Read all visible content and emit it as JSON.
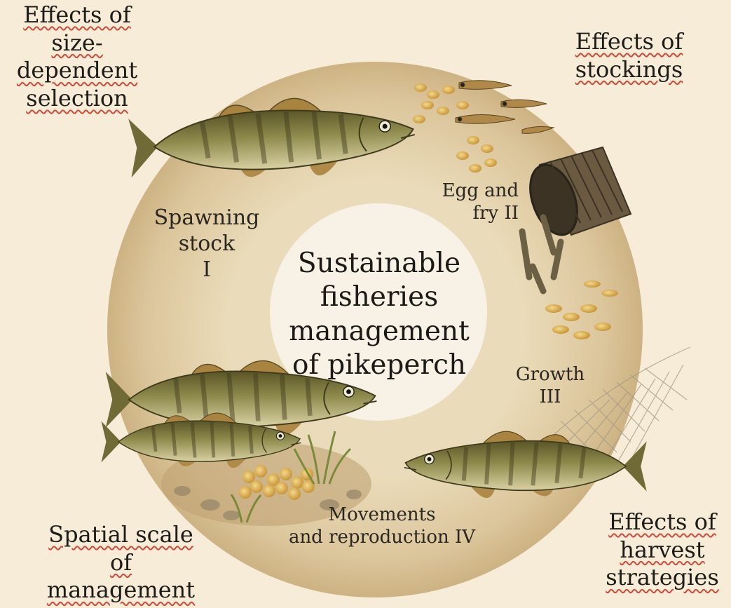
{
  "colors": {
    "background": "#f6ecd7",
    "ring_outer": "#d9c39b",
    "ring_inner": "#e8dbbd",
    "center_disc": "#f8f2e6",
    "fish_body": "#8a8448",
    "fish_dark": "#4e4a26",
    "fish_fin": "#b08a48",
    "eggs": "#e2b95a",
    "underline": "#d04a3a"
  },
  "icons": [
    "pikeperch-fish",
    "egg-cluster",
    "fry-larva",
    "stocking-pipe",
    "fishing-net",
    "spawning-gravel",
    "aquatic-grass"
  ],
  "center": {
    "title_lines": [
      "Sustainable",
      "fisheries",
      "management",
      "of pikeperch"
    ]
  },
  "stages": {
    "spawning": [
      "Spawning",
      "stock",
      "I"
    ],
    "egg_fry": [
      "Egg and",
      "fry II"
    ],
    "growth": [
      "Growth",
      "III"
    ],
    "movements": [
      "Movements",
      "and reproduction IV"
    ]
  },
  "corners": {
    "top_left": [
      "Effects of",
      "size-",
      "dependent",
      "selection"
    ],
    "top_right": [
      "Effects of",
      "stockings"
    ],
    "bottom_left": [
      "Spatial scale",
      "of",
      "management"
    ],
    "bottom_right": [
      "Effects of",
      "harvest",
      "strategies"
    ]
  }
}
